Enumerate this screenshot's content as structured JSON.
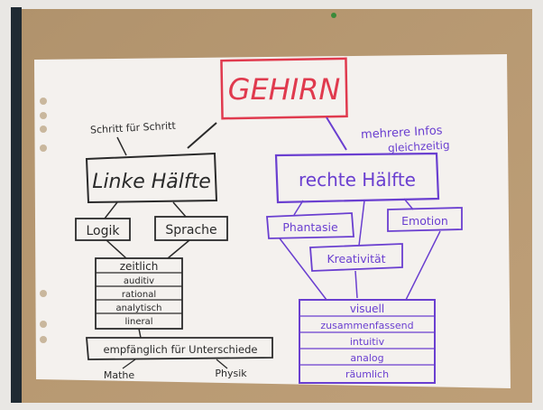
{
  "poster": {
    "title": "GEHIRN",
    "left": {
      "note": "Schritt für Schritt",
      "heading": "Linke Hälfte",
      "box_logik": "Logik",
      "box_sprache": "Sprache",
      "list": [
        "zeitlich",
        "auditiv",
        "rational",
        "analytisch",
        "lineral"
      ],
      "bottom_box": "empfänglich für Unterschiede",
      "examples": [
        "Mathe",
        "Physik"
      ]
    },
    "right": {
      "note_line1": "mehrere Infos",
      "note_line2": "gleichzeitig",
      "heading": "rechte Hälfte",
      "box_phantasie": "Phantasie",
      "box_emotion": "Emotion",
      "box_kreativitaet": "Kreativität",
      "list": [
        "visuell",
        "zusammenfassend",
        "intuitiv",
        "analog",
        "räumlich"
      ]
    }
  },
  "colors": {
    "background_wall": "#e9e7e4",
    "corkboard": "#b89a73",
    "paper": "#f4f1ee",
    "red_marker": "#e03a4e",
    "purple_marker": "#6a3fd0",
    "black_marker": "#2a2a2a"
  }
}
